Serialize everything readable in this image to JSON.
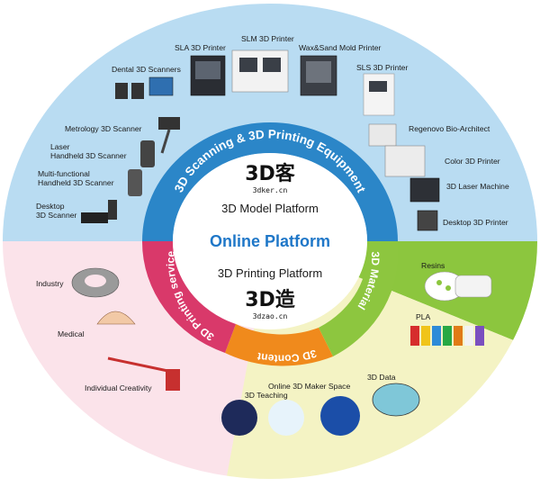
{
  "center": {
    "title": "Online Platform",
    "model_platform": "3D Model Platform",
    "printing_platform": "3D Printing Platform",
    "logo_top": {
      "glyph": "3D客",
      "domain": "3dker.cn"
    },
    "logo_bottom": {
      "glyph": "3D造",
      "domain": "3dzao.cn"
    }
  },
  "ring": {
    "scanning": "3D Scanning & 3D Printing Equipment",
    "material": "3D Material",
    "content": "3D Content",
    "service": "3D Printing service"
  },
  "equipment": {
    "items": [
      "SLA 3D Printer",
      "SLM 3D Printer",
      "Wax&Sand Mold Printer",
      "Dental 3D Scanners",
      "SLS 3D Printer",
      "Metrology 3D Scanner",
      "Regenovo Bio-Architect",
      "Laser",
      "Handheld 3D Scanner",
      "Color 3D Printer",
      "Multi-functional",
      "Handheld 3D Scanner",
      "3D Laser Machine",
      "Desktop",
      "3D Scanner",
      "Desktop 3D Printer"
    ]
  },
  "material": {
    "items": [
      "Resins",
      "PLA"
    ]
  },
  "content": {
    "items": [
      "Online 3D Maker Space",
      "3D Data",
      "3D Teaching"
    ]
  },
  "service": {
    "items": [
      "Industry",
      "Medical",
      "Individual Creativity"
    ]
  },
  "colors": {
    "equipment_bg": "#b9dcf2",
    "material_bg": "#8cc63e",
    "content_bg": "#f4f3c4",
    "service_bg": "#fbe3ea",
    "ring_blue": "#2b86c8",
    "ring_green": "#8dc63f",
    "ring_orange": "#f08a1c",
    "ring_pink": "#d9396a",
    "center_title": "#1f77c8"
  }
}
